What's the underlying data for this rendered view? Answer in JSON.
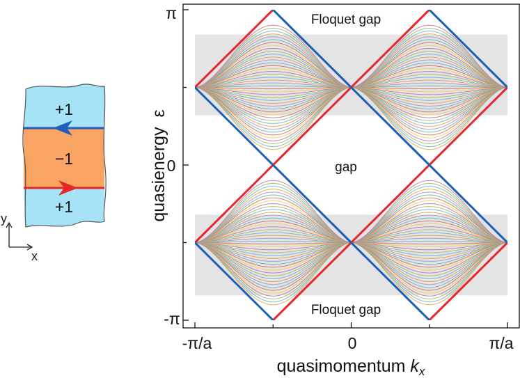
{
  "schematic": {
    "regions": [
      {
        "label": "+1",
        "fill": "#a6e3f7"
      },
      {
        "label": "−1",
        "fill": "#f9a463"
      },
      {
        "label": "+1",
        "fill": "#a6e3f7"
      }
    ],
    "upper_edge_color": "#1f5fb8",
    "lower_edge_color": "#e8262a",
    "axes": {
      "x": "x",
      "y": "y"
    }
  },
  "plot": {
    "y_axis_label": "quasienergy  ε",
    "x_axis_label_text": "quasimomentum ",
    "x_axis_label_symbol": "k",
    "x_axis_label_subscript": "x",
    "y_ticks": [
      "π",
      "0",
      "-π"
    ],
    "x_ticks": [
      "-π/a",
      "0",
      "π/a"
    ],
    "annotations": {
      "top": "Floquet gap",
      "middle": "gap",
      "bottom": "Floquet gap"
    },
    "colors": {
      "edge_red": "#e8262a",
      "edge_blue": "#1d5fb4",
      "band_shading": "#e4e4e6",
      "bulk_palette": [
        "#e8a33d",
        "#6fb0d8",
        "#9bc15a",
        "#c76fb0",
        "#f0d24a",
        "#d96a5a",
        "#5fb9a8",
        "#a88fd0"
      ]
    }
  },
  "chart_data": {
    "type": "line",
    "title": "",
    "xlabel": "quasimomentum kx",
    "ylabel": "quasienergy ε",
    "x_ticks": [
      "-π/a",
      "0",
      "π/a"
    ],
    "y_ticks": [
      "-π",
      "0",
      "π"
    ],
    "xlim": [
      -1,
      1
    ],
    "ylim": [
      -1,
      1
    ],
    "x_units": "π/a",
    "y_units": "π",
    "series": [
      {
        "color": "#e8262a",
        "x": [
          -1,
          -0.5,
          0,
          0.5,
          1
        ],
        "y": [
          0.5,
          1,
          0.5,
          1,
          0.5
        ]
      },
      {
        "color": "#e8262a",
        "x": [
          -1,
          -0.5,
          0,
          0.5,
          1
        ],
        "y": [
          -0.5,
          0,
          0.5,
          0,
          0.5
        ]
      },
      {
        "color": "#e8262a",
        "x": [
          -1,
          -0.5,
          0,
          0.5,
          1
        ],
        "y": [
          -0.5,
          -1,
          -0.5,
          -1,
          -0.5
        ]
      },
      {
        "color": "#1d5fb4",
        "x": [
          -1,
          -0.5,
          0,
          0.5,
          1
        ],
        "y": [
          0.5,
          0,
          -0.5,
          0,
          -0.5
        ]
      },
      {
        "color": "#1d5fb4",
        "x": [
          -1,
          -0.5,
          0,
          0.5,
          1
        ],
        "y": [
          -0.5,
          -1,
          -0.5,
          -1,
          -0.5
        ]
      },
      {
        "color": "#1d5fb4",
        "x": [
          -1,
          -0.5,
          0,
          0.5,
          1
        ],
        "y": [
          0.5,
          1,
          0.5,
          1,
          0.5
        ]
      }
    ],
    "bulk_bands": {
      "upper": {
        "center": 0.5,
        "max_halfwidth": 0.4,
        "line_count": 44
      },
      "lower": {
        "center": -0.5,
        "max_halfwidth": 0.4,
        "line_count": 44
      }
    },
    "shaded_regions": [
      [
        0.32,
        0.84
      ],
      [
        -0.84,
        -0.32
      ]
    ]
  }
}
